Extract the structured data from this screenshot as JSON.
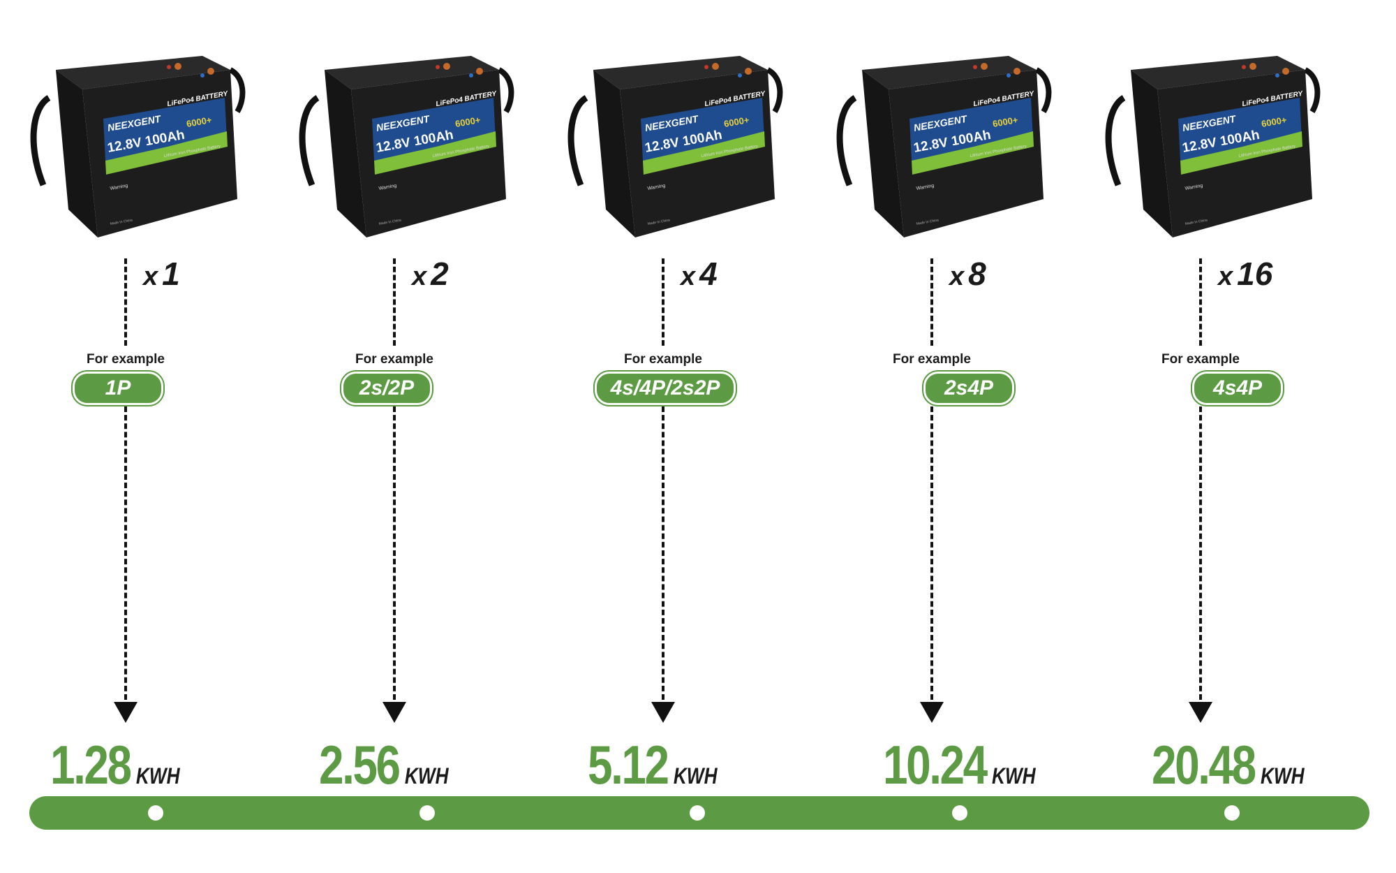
{
  "colors": {
    "accent_green": "#5c9b43",
    "dark": "#1a1a1a"
  },
  "battery": {
    "brand": "NEEXGENT",
    "rating": "12.8V 100Ah",
    "type": "LiFePo4 BATTERY",
    "cycles": "6000+",
    "subtitle": "Lithium Iron Phosphate Battery",
    "warning": "Warning",
    "origin": "Made In China"
  },
  "columns": [
    {
      "multiplier_prefix": "x",
      "multiplier": "1",
      "example_label": "For example",
      "config": "1P",
      "energy": "1.28",
      "unit": "KWH"
    },
    {
      "multiplier_prefix": "x",
      "multiplier": "2",
      "example_label": "For example",
      "config": "2s/2P",
      "energy": "2.56",
      "unit": "KWH"
    },
    {
      "multiplier_prefix": "x",
      "multiplier": "4",
      "example_label": "For example",
      "config": "4s/4P/2s2P",
      "energy": "5.12",
      "unit": "KWH"
    },
    {
      "multiplier_prefix": "x",
      "multiplier": "8",
      "example_label": "For example",
      "config": "2s4P",
      "energy": "10.24",
      "unit": "KWH"
    },
    {
      "multiplier_prefix": "x",
      "multiplier": "16",
      "example_label": "For example",
      "config": "4s4P",
      "energy": "20.48",
      "unit": "KWH"
    }
  ]
}
